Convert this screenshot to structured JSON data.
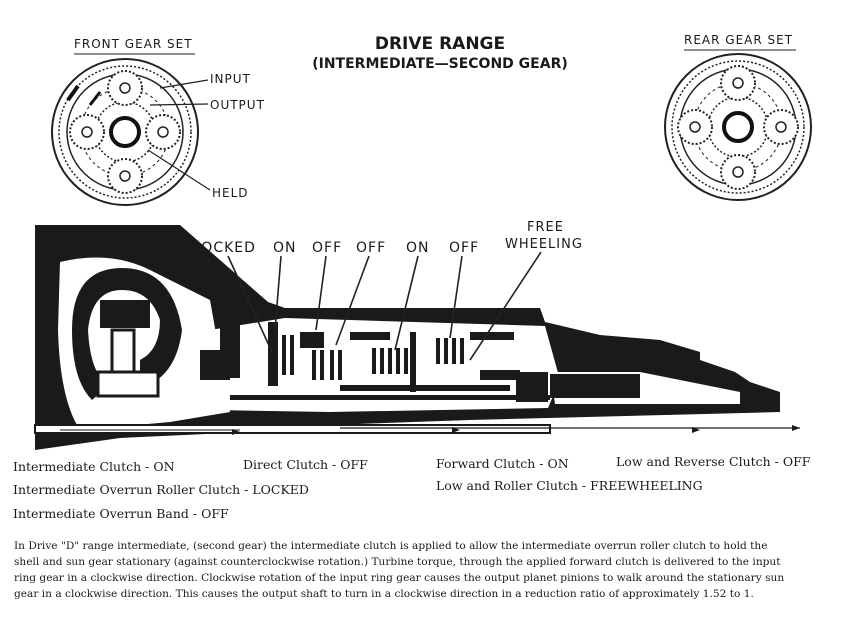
{
  "header": {
    "title": "DRIVE RANGE",
    "subtitle": "(INTERMEDIATE—SECOND GEAR)",
    "front_label": "FRONT GEAR SET",
    "rear_label": "REAR GEAR SET"
  },
  "front_callouts": {
    "input": "INPUT",
    "output": "OUTPUT",
    "held": "HELD"
  },
  "clutch_callouts": [
    "LOCKED",
    "ON",
    "OFF",
    "OFF",
    "ON",
    "OFF"
  ],
  "free_wheeling": {
    "line1": "FREE",
    "line2": "WHEELING"
  },
  "status": {
    "intermediate_clutch": "Intermediate Clutch -  ON",
    "direct_clutch": "Direct Clutch - OFF",
    "forward_clutch": "Forward Clutch - ON",
    "low_reverse_clutch": "Low and Reverse Clutch - OFF",
    "overrun_roller_clutch": "Intermediate Overrun Roller Clutch - LOCKED",
    "low_roller_clutch": "Low and Roller Clutch - FREEWHEELING",
    "overrun_band": "Intermediate Overrun Band - OFF"
  },
  "description": [
    "In Drive \"D\" range  intermediate,  (second gear) the intermediate  clutch is applied to allow the  intermediate overrun  roller clutch to hold the",
    "shell and sun gear stationary  (against counterclockwise rotation.)  Turbine torque, through the applied forward clutch is delivered to the input",
    "ring gear in a clockwise direction.   Clockwise rotation of the input ring gear causes the output planet pinions to walk around the stationary sun",
    "gear in a clockwise direction.   This causes the output shaft to turn in a clockwise direction in a reduction ratio of approximately 1.52 to 1."
  ]
}
